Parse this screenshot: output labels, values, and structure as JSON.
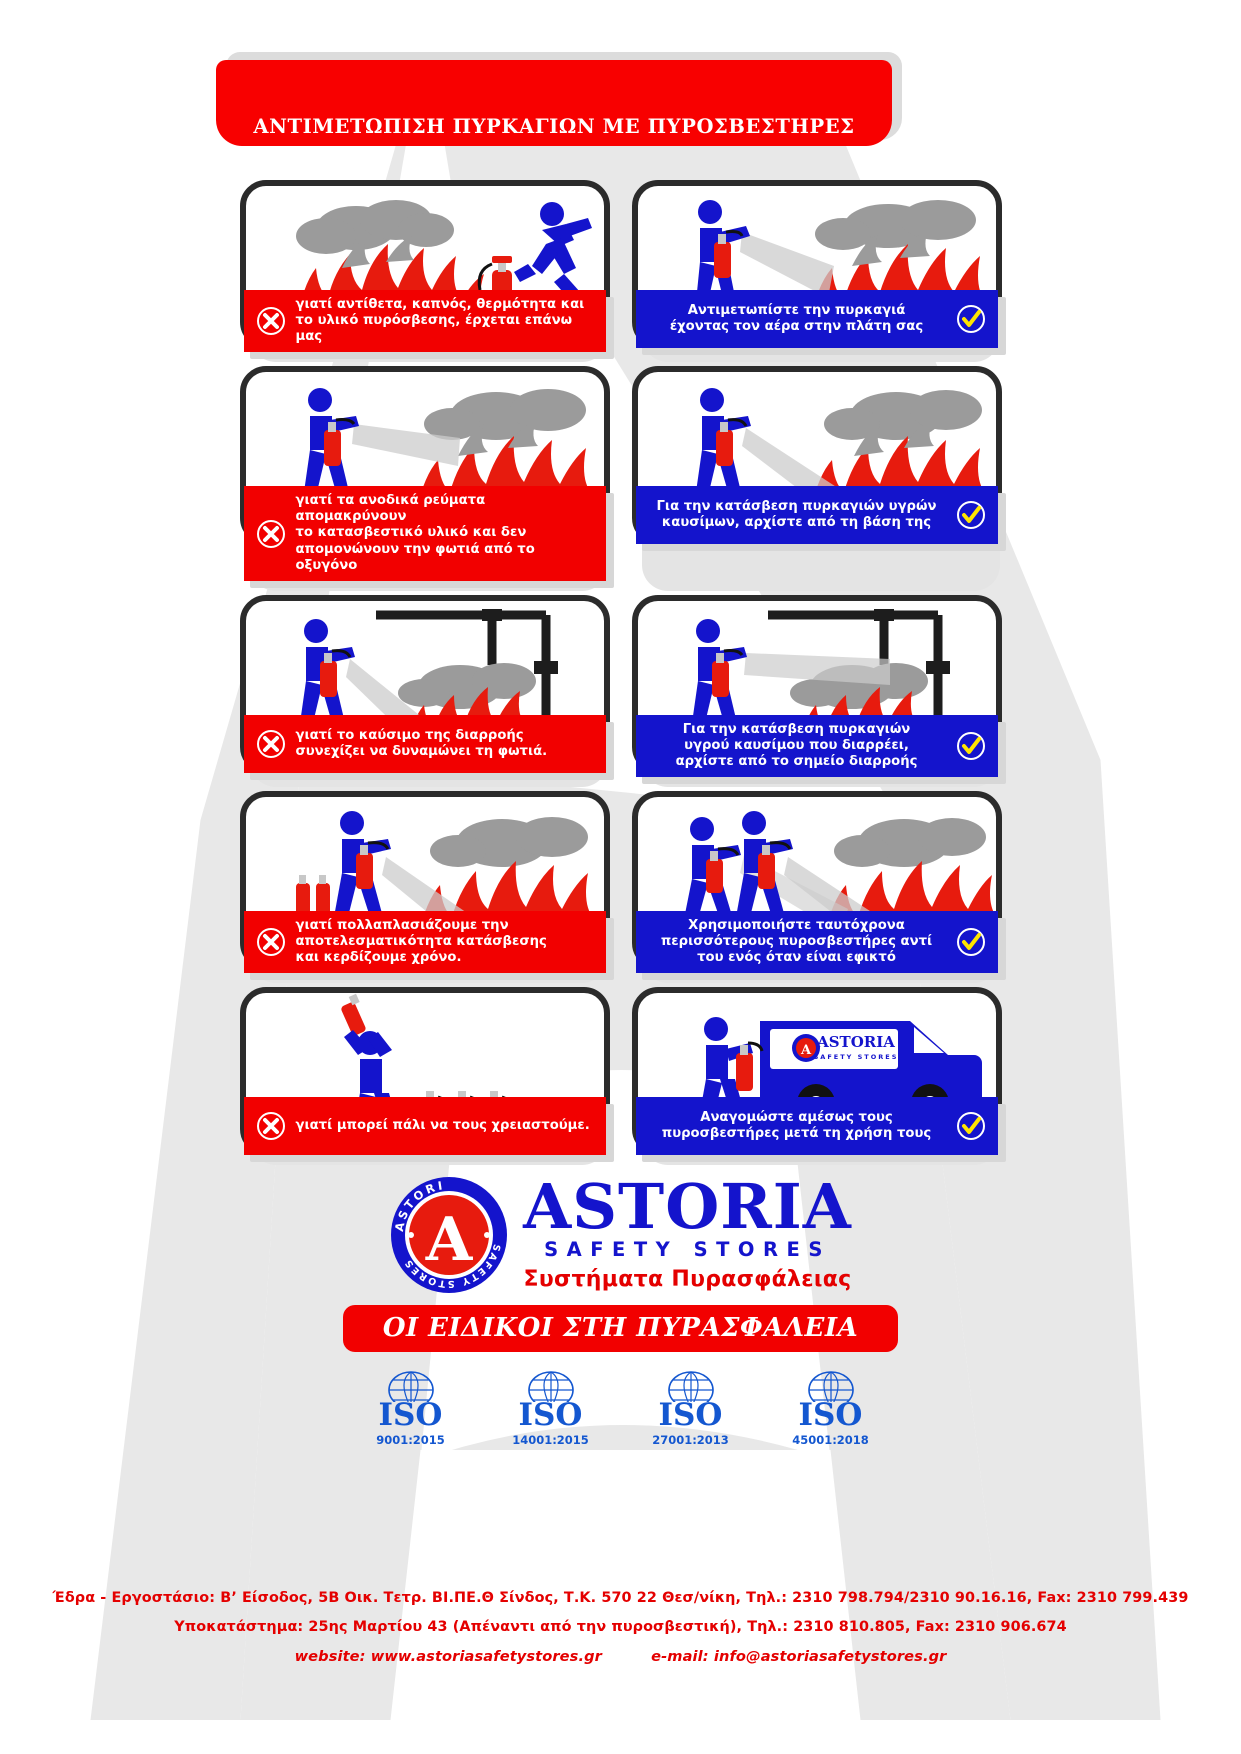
{
  "poster": {
    "title": "ΑΝΤΙΜΕΤΩΠΙΣΗ ΠΥΡΚΑΓΙΩΝ ΜΕ ΠΥΡΟΣΒΕΣΤΗΡΕΣ",
    "colors": {
      "red": "#f20000",
      "blue": "#1414cc",
      "frame": "#2b2b2b",
      "grey_bg": "#e8e8e8",
      "white": "#ffffff"
    }
  },
  "panels": [
    {
      "id": "row1-wrong",
      "type": "bad",
      "icon": "cross-circle-icon",
      "lines": [
        "γιατί αντίθετα, καπνός, θερμότητα και",
        "το υλικό πυρόσβεσης, έρχεται επάνω μας"
      ],
      "text": "γιατί αντίθετα, καπνός, θερμότητα και το υλικό πυρόσβεσης, έρχεται επάνω μας",
      "scene": "person-running-from-fire"
    },
    {
      "id": "row1-right",
      "type": "good",
      "icon": "check-circle-icon",
      "lines": [
        "Αντιμετωπίστε την πυρκαγιά",
        "έχοντας τον αέρα στην πλάτη σας"
      ],
      "text": "Αντιμετωπίστε την πυρκαγιά έχοντας τον αέρα στην πλάτη σας",
      "scene": "person-spraying-with-wind-behind"
    },
    {
      "id": "row2-wrong",
      "type": "bad",
      "icon": "cross-circle-icon",
      "lines": [
        "γιατί τα ανοδικά ρεύματα απομακρύνουν",
        "το κατασβεστικό υλικό και δεν",
        "απομονώνουν την φωτιά από το οξυγόνο"
      ],
      "text": "γιατί τα ανοδικά ρεύματα απομακρύνουν το κατασβεστικό υλικό και δεν απομονώνουν την φωτιά από το οξυγόνο",
      "scene": "person-spraying-top-of-flames"
    },
    {
      "id": "row2-right",
      "type": "good",
      "icon": "check-circle-icon",
      "lines": [
        "Για την κατάσβεση πυρκαγιών υγρών",
        "καυσίμων, αρχίστε από τη βάση της"
      ],
      "text": "Για την κατάσβεση πυρκαγιών υγρών καυσίμων, αρχίστε από τη βάση της",
      "scene": "person-spraying-base-of-flames"
    },
    {
      "id": "row3-wrong",
      "type": "bad",
      "icon": "cross-circle-icon",
      "lines": [
        "γιατί το καύσιμο της διαρροής",
        "συνεχίζει να δυναμώνει τη φωτιά."
      ],
      "text": "γιατί το καύσιμο της διαρροής συνεχίζει να δυναμώνει τη φωτιά.",
      "scene": "person-spraying-pooled-fire-under-leaking-pipe"
    },
    {
      "id": "row3-right",
      "type": "good",
      "icon": "check-circle-icon",
      "lines": [
        "Για την κατάσβεση πυρκαγιών",
        "υγρού καυσίμου που διαρρέει,",
        "αρχίστε από το σημείο διαρροής"
      ],
      "text": "Για την κατάσβεση πυρκαγιών υγρού καυσίμου που διαρρέει, αρχίστε από το σημείο διαρροής",
      "scene": "person-spraying-leak-point"
    },
    {
      "id": "row4-wrong",
      "type": "bad",
      "icon": "cross-circle-icon",
      "lines": [
        "γιατί πολλαπλασιάζουμε την",
        "αποτελεσματικότητα κατάσβεσης",
        "και κερδίζουμε χρόνο."
      ],
      "text": "γιατί πολλαπλασιάζουμε την αποτελεσματικότητα κατάσβεσης και κερδίζουμε χρόνο.",
      "scene": "single-person-spraying-with-spare-extinguishers"
    },
    {
      "id": "row4-right",
      "type": "good",
      "icon": "check-circle-icon",
      "lines": [
        "Χρησιμοποιήστε  ταυτόχρονα",
        "περισσότερους  πυροσβεστήρες αντί",
        "του ενός όταν είναι εφικτό"
      ],
      "text": "Χρησιμοποιήστε ταυτόχρονα περισσότερους πυροσβεστήρες αντί του ενός όταν είναι εφικτό",
      "scene": "two-people-spraying-simultaneously"
    },
    {
      "id": "row5-wrong",
      "type": "bad",
      "icon": "cross-circle-icon",
      "lines": [
        "γιατί μπορεί πάλι να τους χρειαστούμε."
      ],
      "text": "γιατί μπορεί πάλι να τους χρειαστούμε.",
      "scene": "person-throwing-away-used-extinguishers"
    },
    {
      "id": "row5-right",
      "type": "good",
      "icon": "check-circle-icon",
      "lines": [
        "Αναγομώστε αμέσως τους",
        "πυροσβεστήρες μετά τη χρήση τους"
      ],
      "text": "Αναγομώστε αμέσως τους πυροσβεστήρες μετά τη χρήση τους",
      "scene": "person-loading-extinguishers-into-astoria-van"
    }
  ],
  "van": {
    "brand": "ASTORIA",
    "tagline": "SAFETY STORES"
  },
  "logo": {
    "badge_top": "ASTORIA",
    "badge_bottom": "SAFETY STORES",
    "badge_letter": "A",
    "wordmark": "ASTORIA",
    "subtitle": "SAFETY STORES",
    "greek_subtitle": "Συστήματα Πυρασφάλειας",
    "slogan": "ΟΙ ΕΙΔΙΚΟΙ ΣΤΗ ΠΥΡΑΣΦΑΛΕΙΑ"
  },
  "iso_badges": [
    {
      "label": "ISO",
      "code": "9001:2015"
    },
    {
      "label": "ISO",
      "code": "14001:2015"
    },
    {
      "label": "ISO",
      "code": "27001:2013"
    },
    {
      "label": "ISO",
      "code": "45001:2018"
    }
  ],
  "footer": {
    "line1": "Έδρα - Εργοστάσιο: Β’ Είσοδος, 5Β Οικ. Τετρ. ΒΙ.ΠΕ.Θ Σίνδος, Τ.Κ. 570 22 Θεσ/νίκη, Τηλ.: 2310 798.794/2310 90.16.16, Fax: 2310 799.439",
    "line2": "Υποκατάστημα: 25ης Μαρτίου 43 (Απέναντι από την πυροσβεστική), Τηλ.: 2310 810.805, Fax: 2310 906.674",
    "website": "website: www.astoriasafetystores.gr",
    "email": "e-mail: info@astoriasafetystores.gr"
  }
}
